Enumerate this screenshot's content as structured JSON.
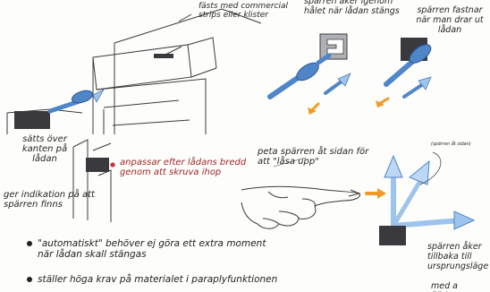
{
  "annotations": {
    "fast_med": "fästs med commercial strips eller klister",
    "spar_over": "spärren åker igenom hålet när lådan stängs",
    "spar_fastnar": "spärren fastnar när man drar ut lådan",
    "satts_over": "sätts över kanten på lådan",
    "anpassar": "anpassar efter lådans bredd genom att skruva ihop",
    "ger_indikation": "ger indikation på att spärren finns",
    "peta": "peta spärren åt sidan för att \"låsa upp\"",
    "sparr_sida": "(spärren åt sidan)",
    "sparr_aterg": "spärren åker tillbaka till ursprungsläge",
    "sparr_aterg_tail": "med a fjäder",
    "bullet1": "\"automatiskt\" behöver ej göra ett extra moment när lådan skall stängas",
    "bullet2": "ställer höga krav på materialet i paraplyfunktionen"
  },
  "colors": {
    "ink": "#2b2b2b",
    "blue": "#4f86c8",
    "blue_light": "#9cc4ec",
    "orange": "#f29a25",
    "dark_block": "#3a3a3e",
    "red_dot": "#c8323a"
  },
  "icons": [
    "drawer-sketch",
    "latch-bracket",
    "latch-rod",
    "hand-sketch",
    "arrow-icon",
    "axis-indicator"
  ]
}
